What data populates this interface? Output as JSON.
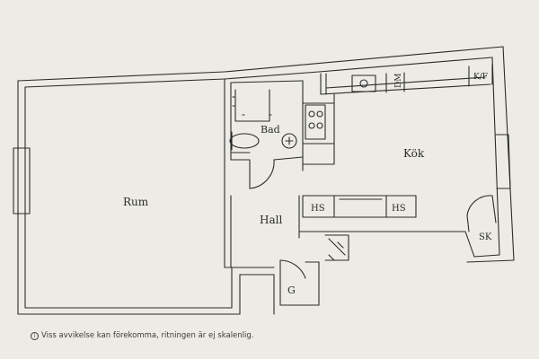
{
  "rooms": {
    "rum": "Rum",
    "bad": "Bad",
    "kok": "Kök",
    "hall": "Hall",
    "garderob": "G",
    "skap": "SK",
    "hs_left": "HS",
    "hs_right": "HS",
    "diskmaskin": "DM",
    "kyl_frys": "K/F"
  },
  "disclaimer": {
    "icon": "info-icon",
    "text": "Viss avvikelse kan förekomma, ritningen är ej skalenlig."
  },
  "colors": {
    "background": "#ecebe5",
    "ink": "#2b2b2b"
  }
}
